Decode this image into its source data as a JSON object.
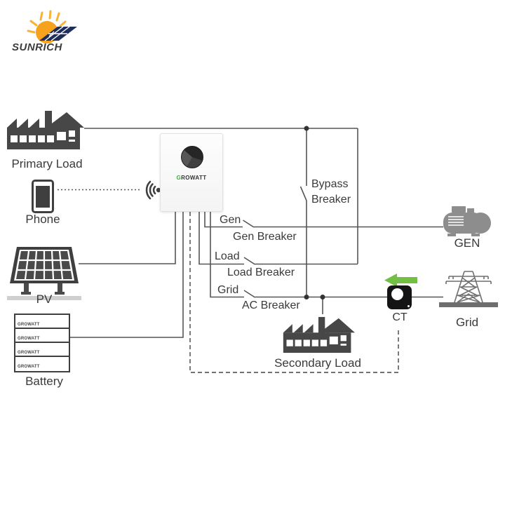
{
  "brand": {
    "logo_text": "SUNRICH"
  },
  "inverter": {
    "brand": "GROWATT"
  },
  "battery": {
    "label": "Battery",
    "module_label": "GROWATT"
  },
  "nodes": {
    "primary_load": "Primary Load",
    "phone": "Phone",
    "pv": "PV",
    "secondary_load": "Secondary Load",
    "gen": "GEN",
    "grid": "Grid",
    "ct": "CT"
  },
  "breakers": {
    "bypass": "Bypass Breaker",
    "gen_switch": "Gen",
    "gen": "Gen Breaker",
    "load_switch": "Load",
    "load": "Load Breaker",
    "grid_switch": "Grid",
    "ac": "AC Breaker"
  },
  "colors": {
    "accent_green": "#72bf44",
    "growatt_green": "#3aaa35",
    "logo_navy": "#1f2d5a",
    "logo_orange": "#f6a21c",
    "wire_gray": "#555555",
    "icon_dark": "#474747",
    "gen_gray": "#8d8d8d",
    "text": "#3a3a3a"
  }
}
